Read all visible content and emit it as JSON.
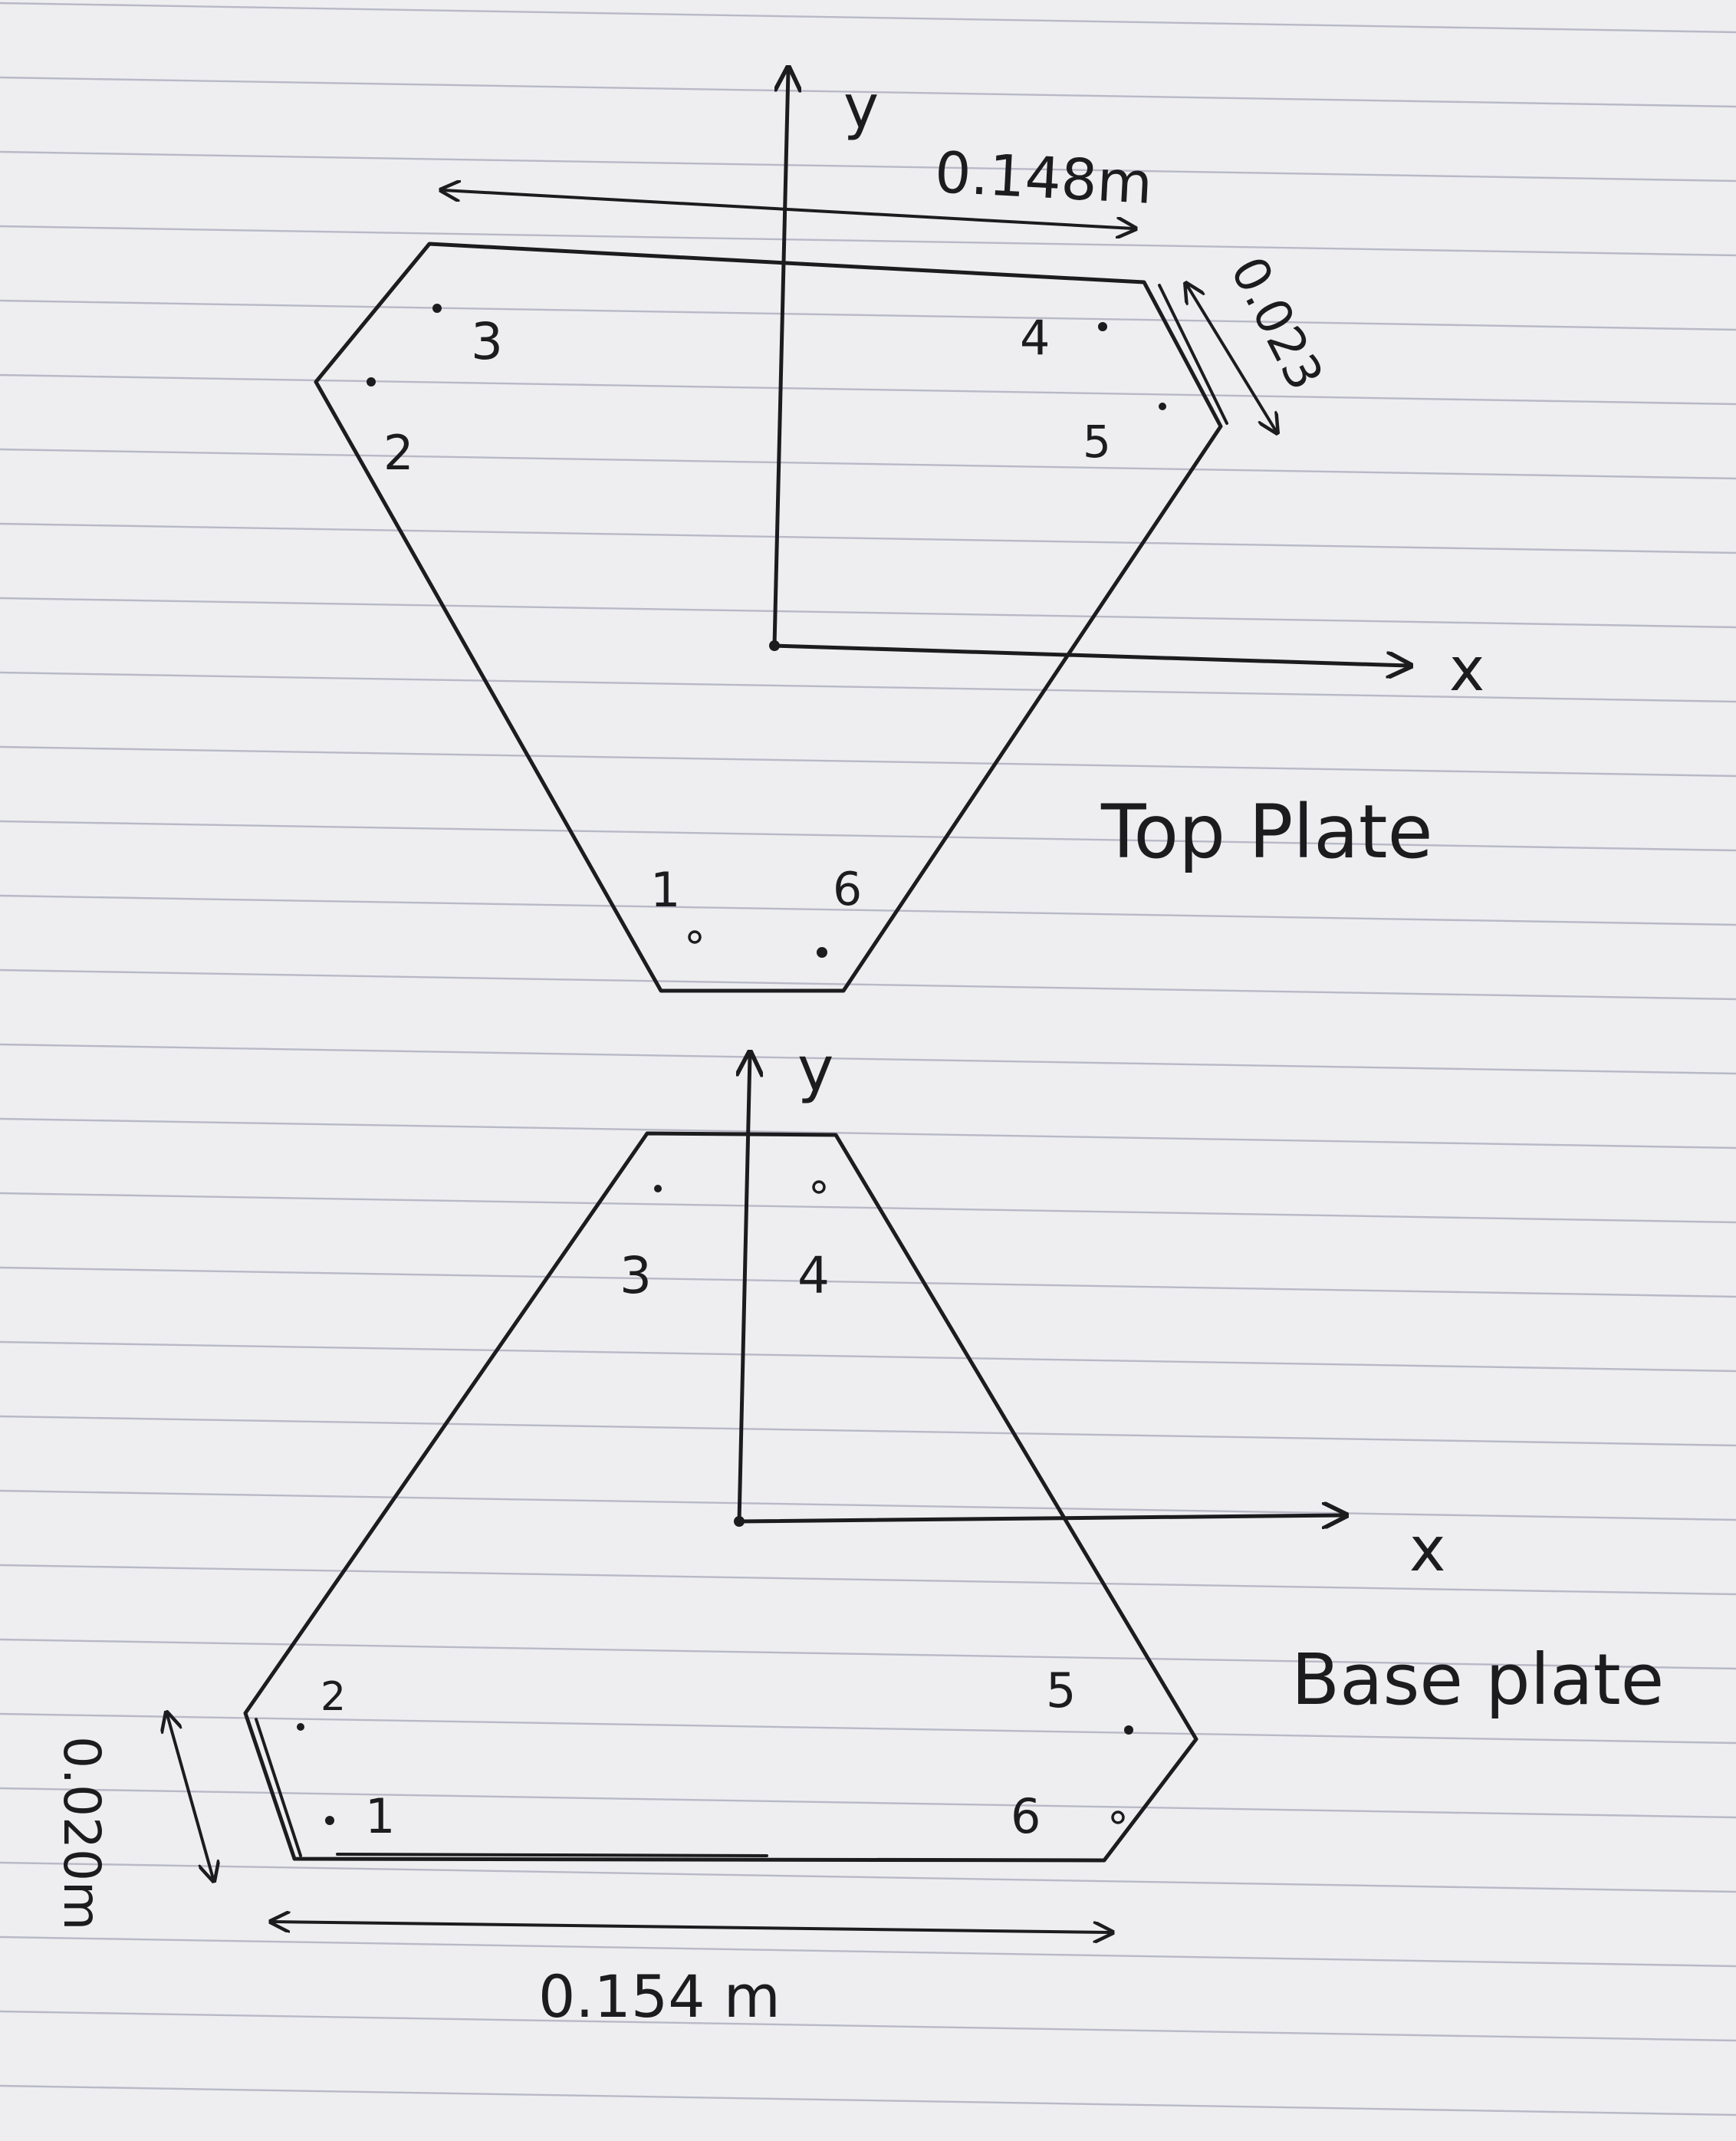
{
  "colors": {
    "paper": "#eeedf0",
    "rule_line": "#b8b9c6",
    "ink": "#1c1c1e"
  },
  "top_plate": {
    "title": "Top Plate",
    "axis_x": "x",
    "axis_y": "y",
    "width_dim": "0.148m",
    "side_dim": "0.023",
    "holes": [
      "1",
      "2",
      "3",
      "4",
      "5",
      "6"
    ]
  },
  "base_plate": {
    "title": "Base plate",
    "axis_x": "x",
    "axis_y": "y",
    "width_dim": "0.154 m",
    "side_dim": "0.020m",
    "holes": [
      "1",
      "2",
      "3",
      "4",
      "5",
      "6"
    ]
  }
}
